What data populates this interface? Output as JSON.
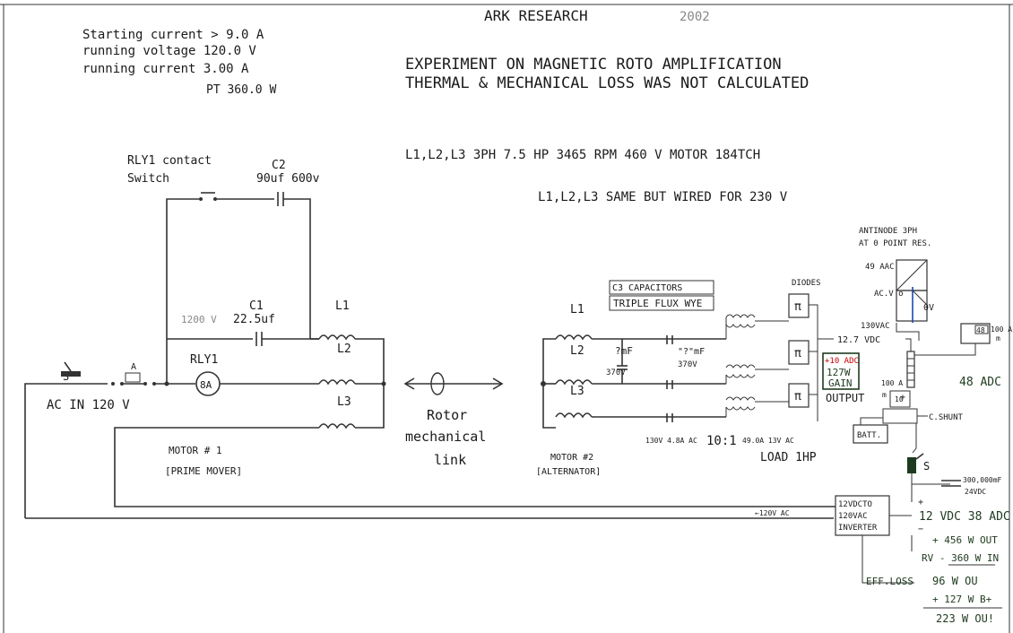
{
  "header": {
    "org": "ARK RESEARCH",
    "year": "2002",
    "stat_starting": "Starting current > 9.0 A",
    "stat_voltage": "running voltage 120.0 V",
    "stat_current": "running current   3.00 A",
    "stat_pt": "PT 360.0   W",
    "title1": "EXPERIMENT ON MAGNETIC ROTO AMPLIFICATION",
    "title2": "THERMAL & MECHANICAL LOSS WAS NOT CALCULATED",
    "motor_spec": "L1,L2,L3  3PH 7.5 HP 3465 RPM 460 V MOTOR 184TCH",
    "motor_spec2": "L1,L2,L3  SAME BUT WIRED FOR 230 V"
  },
  "left": {
    "rly1_contact": "RLY1 contact",
    "switch": "Switch",
    "c2": "C2",
    "c2_val": "90uf 600v",
    "c1": "C1",
    "c1_volt": "1200 V",
    "c1_val": "22.5uf",
    "l1": "L1",
    "l2": "L2",
    "l3": "L3",
    "rly1": "RLY1",
    "rly1_amp": "8A",
    "s": "S",
    "a": "A",
    "ac_in": "AC  IN 120 V",
    "motor1": "MOTOR # 1",
    "prime": "[PRIME MOVER]"
  },
  "middle": {
    "rotor": "Rotor",
    "mech": "mechanical",
    "link": "link"
  },
  "right": {
    "c3": "C3 CAPACITORS",
    "triple": "TRIPLE FLUX WYE",
    "l1": "L1",
    "l2": "L2",
    "l3": "L3",
    "cap1": "?mF",
    "cap1v": "370V",
    "cap2": "\"?\"mF",
    "cap2v": "370V",
    "diodes": "DIODES",
    "pi": "π",
    "antinode1": "ANTINODE 3PH",
    "antinode2": "AT 0 POINT RES.",
    "vac49": "49 AAC",
    "acv": "AC.V o",
    "ov": "0V",
    "vac130": "130VAC",
    "vdc127": "12.7 VDC",
    "meter48": "48",
    "amp100": "100 A",
    "m": "m",
    "adc48": "48 ADC",
    "adc10": "+10 ADC",
    "w127": "127W",
    "gain": "GAIN",
    "output": "OUTPUT",
    "a100": "100 A",
    "meter10": "10",
    "cshunt": "C.SHUNT",
    "batt": "BATT.",
    "bottom_vals": "130V  4.8A AC",
    "ratio": "10:1",
    "v49": "49.0A 13V AC",
    "load": "LOAD  1HP",
    "motor2": "MOTOR #2",
    "alt": "[ALTERNATOR]",
    "s": "S",
    "mf": "300,000mF",
    "v24": "24VDC",
    "inv1": "12VDCTO",
    "inv2": "120VAC",
    "inv3": "INVERTER",
    "vac_arrow": "←120V AC",
    "vdc12": "12 VDC 38 ADC",
    "out456": "+ 456 W OUT",
    "in360": "RV - 360 W  IN",
    "effloss": "EFF.LOSS",
    "w96": "96 W OU",
    "w127b": "+ 127  W B+",
    "w223": "223 W OU!"
  }
}
